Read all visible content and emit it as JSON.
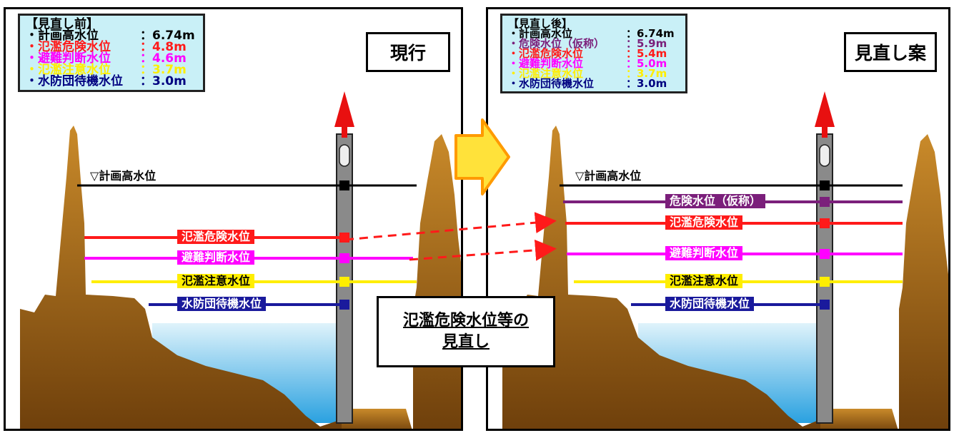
{
  "left": {
    "title": "現行",
    "info_header": "【見直し前】",
    "info_rows": [
      {
        "label": "・計画高水位",
        "value": "：6.74m",
        "color": "#000000"
      },
      {
        "label": "・氾濫危険水位",
        "value": "：4.8m",
        "color": "#ff1a1a"
      },
      {
        "label": "・避難判断水位",
        "value": "：4.6m",
        "color": "#ff00ff"
      },
      {
        "label": "・氾濫注意水位",
        "value": "：3.7m",
        "color": "#ffee00"
      },
      {
        "label": "・水防団待機水位",
        "value": "：3.0m",
        "color": "#000080"
      }
    ],
    "keikaku_label": "▽計画高水位",
    "level_labels": [
      "氾濫危険水位",
      "避難判断水位",
      "氾濫注意水位",
      "水防団待機水位"
    ]
  },
  "right": {
    "title": "見直し案",
    "info_header": "【見直し後】",
    "info_rows": [
      {
        "label": "・計画高水位",
        "value": "：6.74m",
        "color": "#000000"
      },
      {
        "label": "・危険水位（仮称）",
        "value": "：5.9m",
        "color": "#7b1f7b"
      },
      {
        "label": "・氾濫危険水位",
        "value": "：5.4m",
        "color": "#ff1a1a"
      },
      {
        "label": "・避難判断水位",
        "value": "：5.0m",
        "color": "#ff00ff"
      },
      {
        "label": "・氾濫注意水位",
        "value": "：3.7m",
        "color": "#ffee00"
      },
      {
        "label": "・水防団待機水位",
        "value": "：3.0m",
        "color": "#000080"
      }
    ],
    "keikaku_label": "▽計画高水位",
    "level_labels": [
      "危険水位（仮称）",
      "氾濫危険水位",
      "避難判断水位",
      "氾濫注意水位",
      "水防団待機水位"
    ]
  },
  "callout": {
    "line1": "氾濫危険水位等の",
    "line2": "見直し"
  },
  "colors": {
    "keikaku": "#000000",
    "kiken": "#7b1f7b",
    "hanran_kiken": "#ff1a1a",
    "hinan": "#ff00ff",
    "hanran_chui": "#ffee00",
    "suibodan": "#1a1a9c",
    "ground": "#a86a1a",
    "water": "#8fd2ee",
    "arrow": "#ffe23a",
    "arrow_border": "#ff9a00"
  }
}
